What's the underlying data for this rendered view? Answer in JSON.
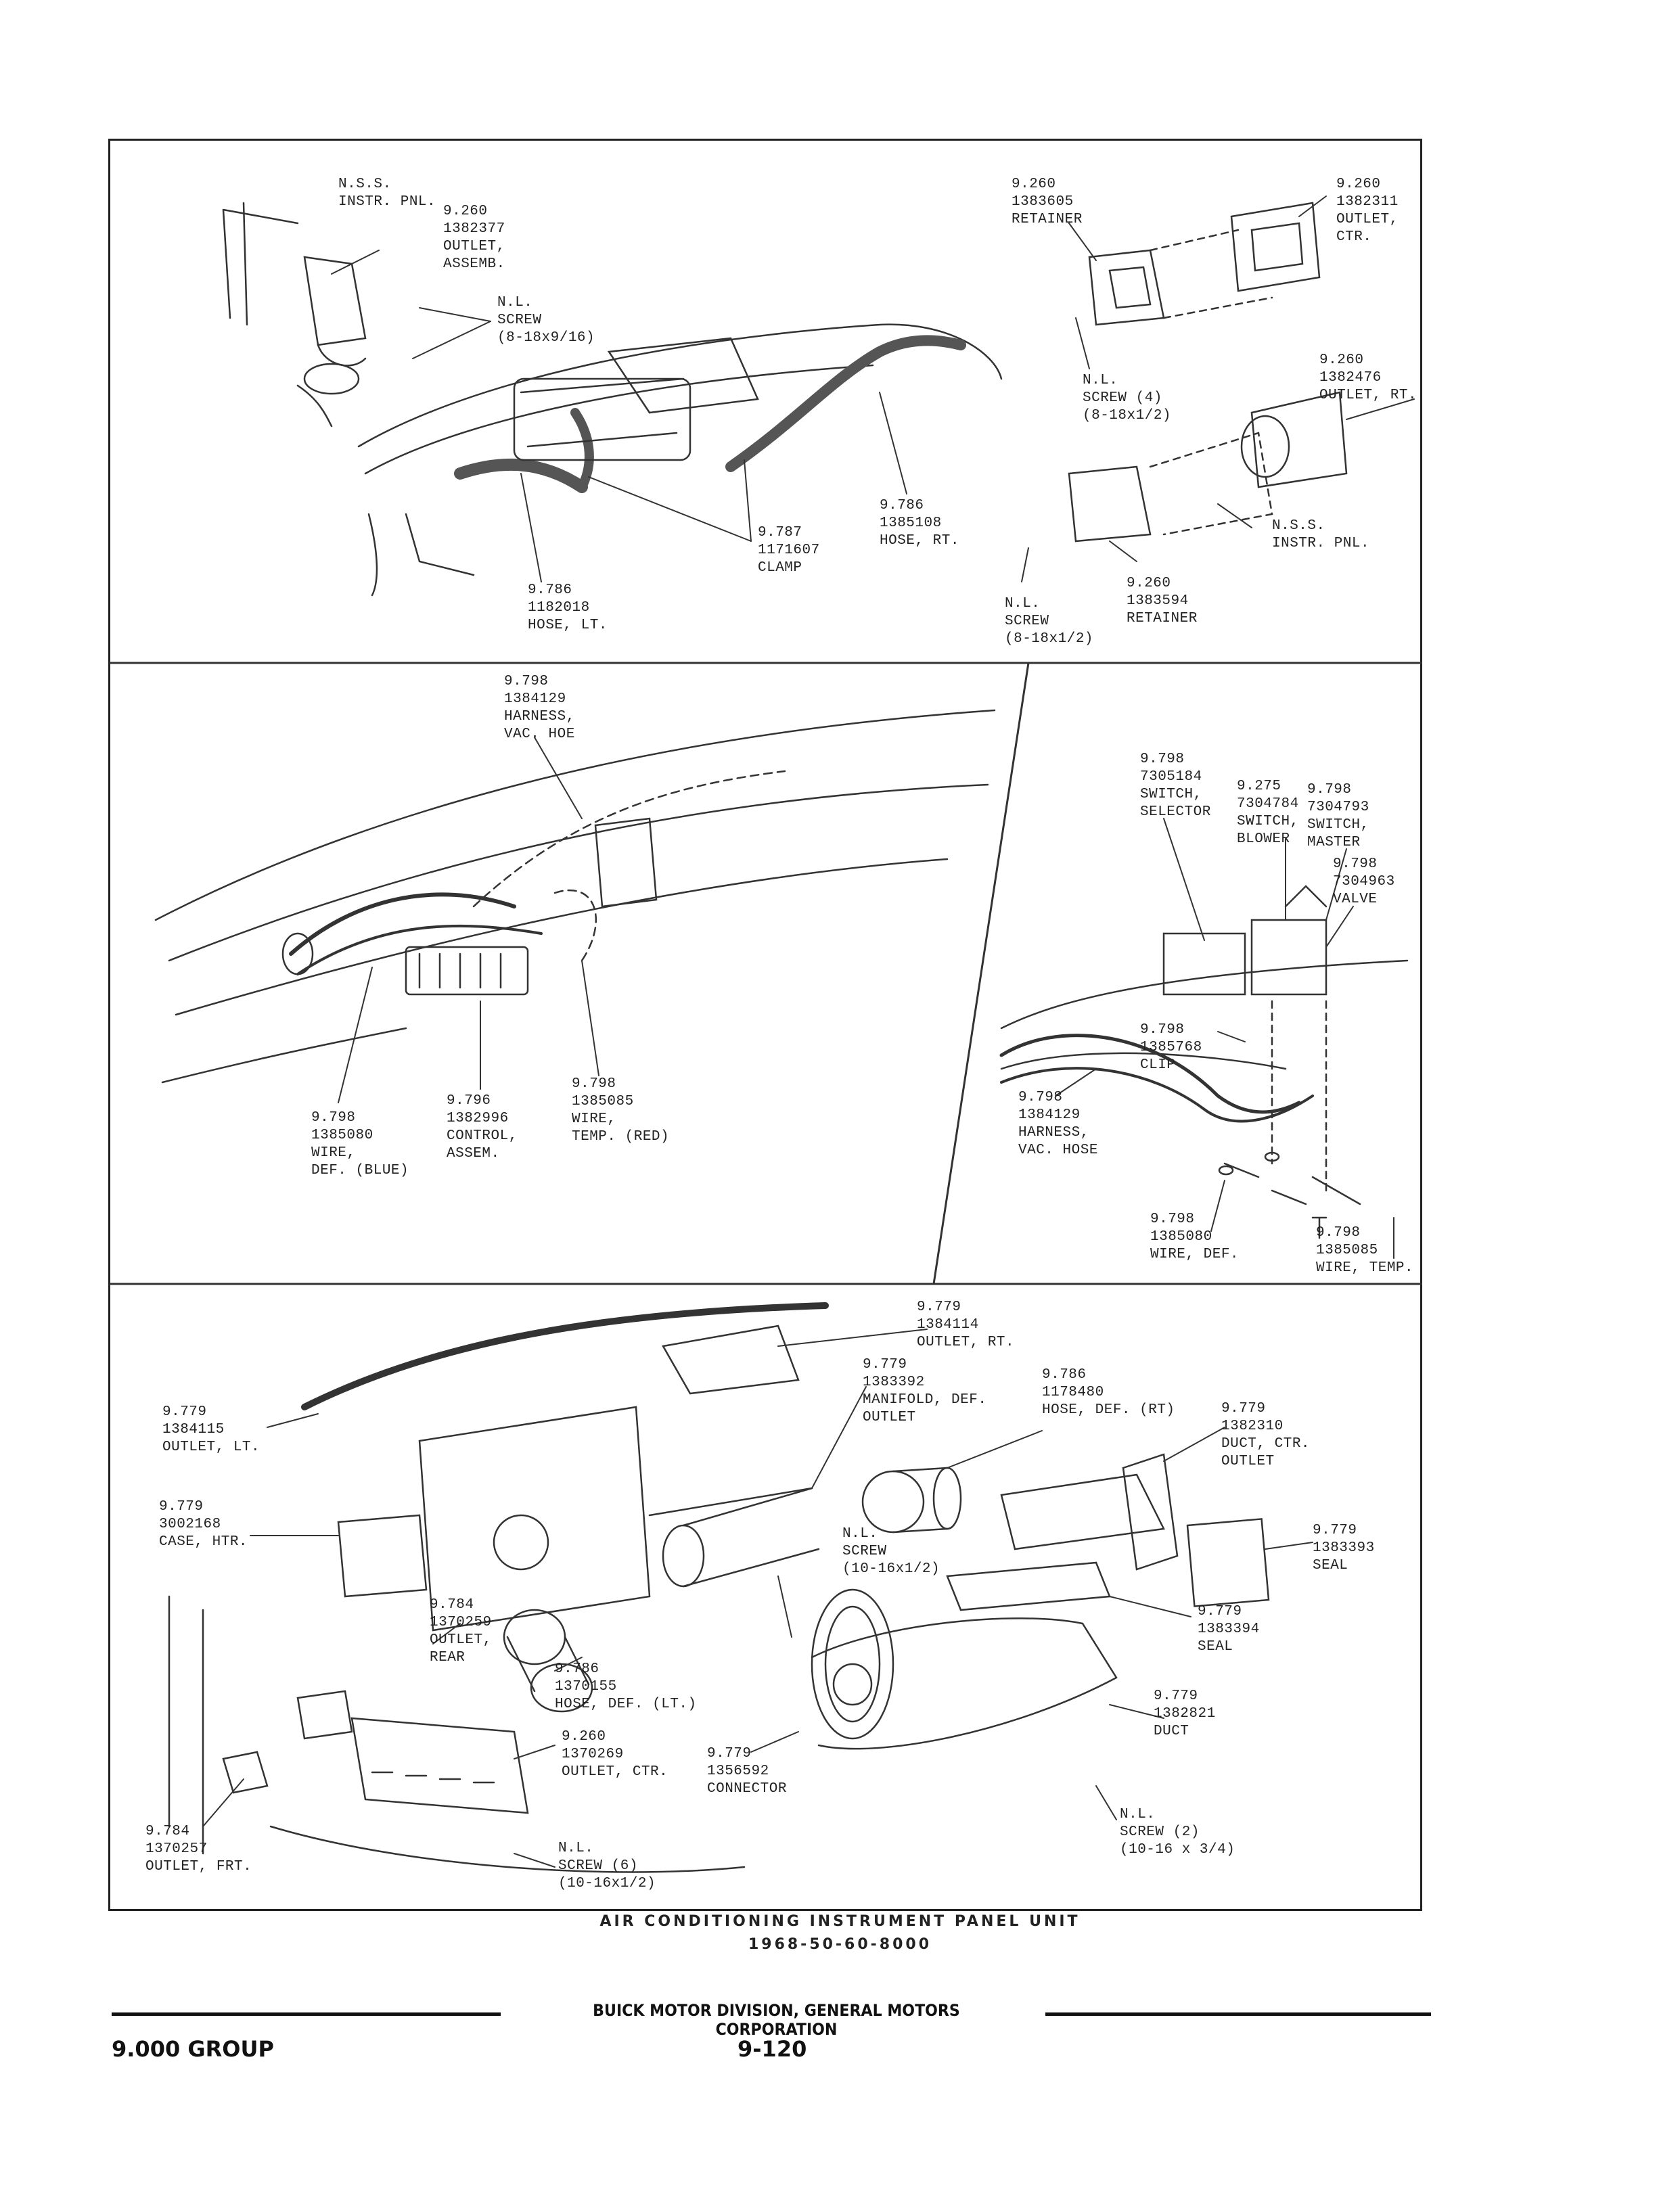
{
  "page": {
    "caption_line1": "AIR CONDITIONING INSTRUMENT PANEL UNIT",
    "caption_line2": "1968-50-60-8000",
    "division": "BUICK MOTOR DIVISION, GENERAL MOTORS CORPORATION",
    "group": "9.000 GROUP",
    "page_number": "9-120"
  },
  "panel_top": {
    "labels": [
      "N.S.S.\nINSTR. PNL.",
      "9.260\n1382377\nOUTLET,\nASSEMB.",
      "N.L.\nSCREW\n(8-18x9/16)",
      "9.786\n1182018\nHOSE, LT.",
      "9.787\n1171607\nCLAMP",
      "9.786\n1385108\nHOSE, RT.",
      "9.260\n1383605\nRETAINER",
      "9.260\n1382311\nOUTLET,\nCTR.",
      "N.L.\nSCREW (4)\n(8-18x1/2)",
      "9.260\n1382476\nOUTLET, RT.",
      "N.S.S.\nINSTR. PNL.",
      "9.260\n1383594\nRETAINER",
      "N.L.\nSCREW\n(8-18x1/2)"
    ]
  },
  "panel_mid": {
    "labels": [
      "9.798\n1384129\nHARNESS,\nVAC. HOE",
      "9.798\n1385080\nWIRE,\nDEF. (BLUE)",
      "9.796\n1382996\nCONTROL,\nASSEM.",
      "9.798\n1385085\nWIRE,\nTEMP. (RED)",
      "9.798\n7305184\nSWITCH,\nSELECTOR",
      "9.275\n7304784\nSWITCH,\nBLOWER",
      "9.798\n7304793\nSWITCH,\nMASTER",
      "9.798\n7304963\nVALVE",
      "9.798\n1385768\nCLIP",
      "9.798\n1384129\nHARNESS,\nVAC. HOSE",
      "9.798\n1385080\nWIRE, DEF.",
      "9.798\n1385085\nWIRE, TEMP."
    ]
  },
  "panel_bottom": {
    "labels": [
      "9.779\n1384114\nOUTLET, RT.",
      "9.779\n1383392\nMANIFOLD, DEF.\nOUTLET",
      "9.786\n1178480\nHOSE, DEF. (RT)",
      "9.779\n1382310\nDUCT, CTR.\nOUTLET",
      "9.779\n1384115\nOUTLET, LT.",
      "9.779\n3002168\nCASE, HTR.",
      "9.779\n1383393\nSEAL",
      "N.L.\nSCREW\n(10-16x1/2)",
      "9.779\n1383394\nSEAL",
      "9.784\n1370259\nOUTLET,\nREAR",
      "9.786\n1370155\nHOSE, DEF. (LT.)",
      "9.779\n1382821\nDUCT",
      "9.260\n1370269\nOUTLET, CTR.",
      "9.779\n1356592\nCONNECTOR",
      "9.784\n1370257\nOUTLET, FRT.",
      "N.L.\nSCREW (6)\n(10-16x1/2)",
      "N.L.\nSCREW (2)\n(10-16 x 3/4)"
    ]
  }
}
